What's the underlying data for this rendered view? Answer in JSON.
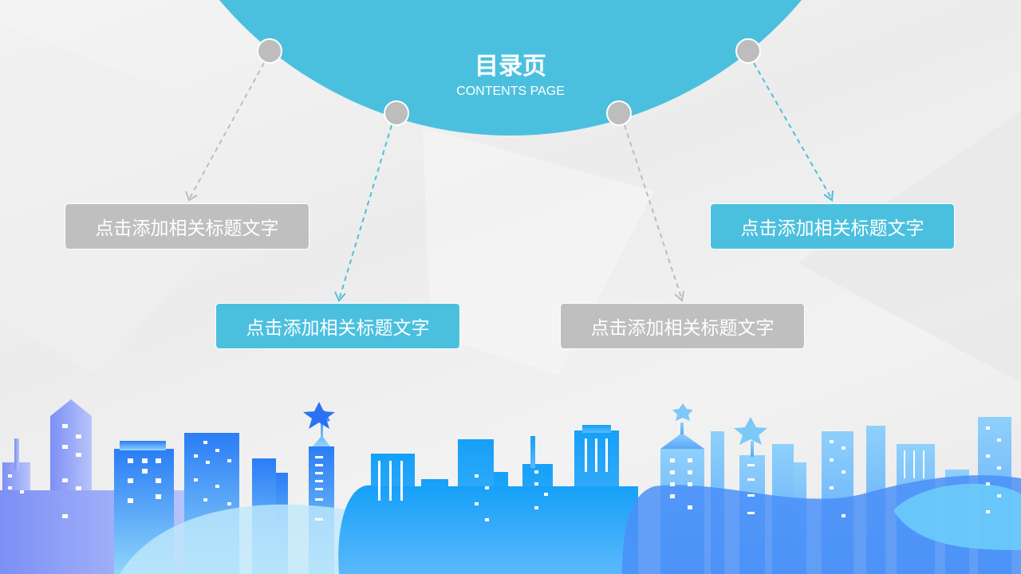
{
  "header": {
    "title": "目录页",
    "subtitle": "CONTENTS PAGE"
  },
  "items": [
    {
      "label": "点击添加相关标题文字",
      "color": "#bfbfbf"
    },
    {
      "label": "点击添加相关标题文字",
      "color": "#4bc0de"
    },
    {
      "label": "点击添加相关标题文字",
      "color": "#bfbfbf"
    },
    {
      "label": "点击添加相关标题文字",
      "color": "#4bc0de"
    }
  ],
  "colors": {
    "accent": "#4bc0de",
    "gray": "#bfbfbf"
  }
}
